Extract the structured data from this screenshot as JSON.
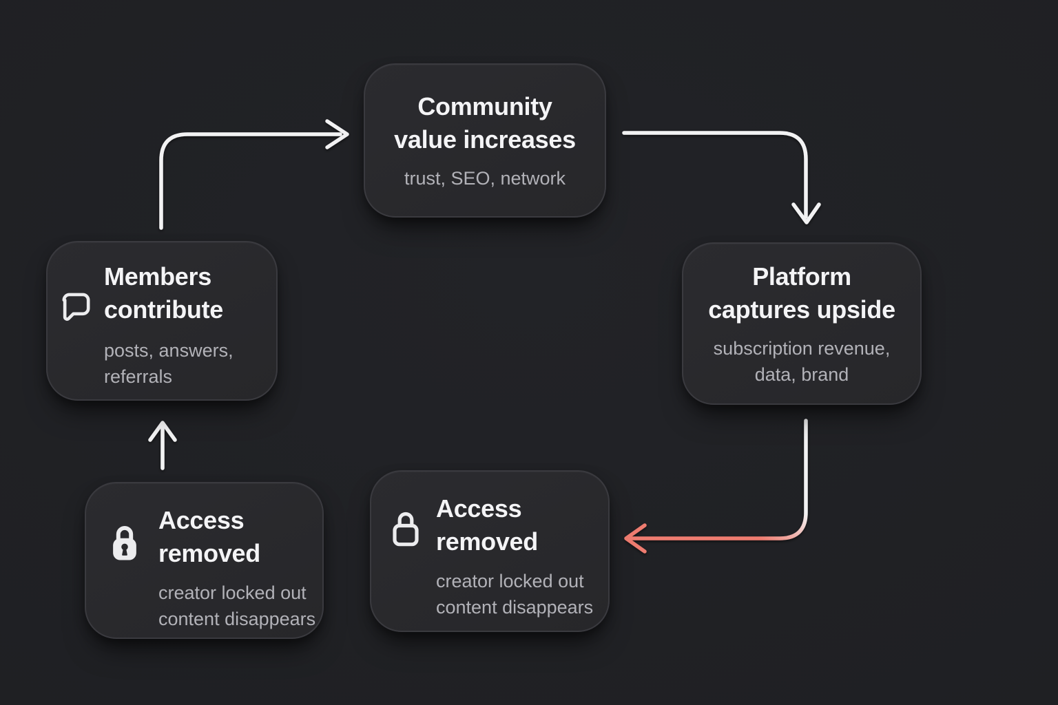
{
  "diagram": {
    "colors": {
      "background": "#1e1f22",
      "node_fill": "#29292c",
      "node_border": "#3a3a3f",
      "title_text": "#f4f4f6",
      "subtitle_text": "#b2b2b8",
      "arrow": "#f2f2f3",
      "arrow_accent": "#ee7b6f"
    },
    "nodes": {
      "community": {
        "title_line1": "Community",
        "title_line2": "value increases",
        "subtitle_line1": "trust, SEO, network"
      },
      "platform": {
        "title_line1": "Platform",
        "title_line2": "captures upside",
        "subtitle_line1": "subscription revenue,",
        "subtitle_line2": "data, brand"
      },
      "members": {
        "icon": "speech-bubble-icon",
        "title_line1": "Members",
        "title_line2": "contribute",
        "subtitle_line1": "posts, answers,",
        "subtitle_line2": "referrals"
      },
      "access_removed_left": {
        "icon": "lock-filled-icon",
        "title_line1": "Access",
        "title_line2": "removed",
        "subtitle_line1": "creator locked out",
        "subtitle_line2": "content disappears"
      },
      "access_removed_center": {
        "icon": "lock-outline-icon",
        "title_line1": "Access",
        "title_line2": "removed",
        "subtitle_line1": "creator locked out",
        "subtitle_line2": "content disappears"
      }
    },
    "edges": [
      {
        "id": "members-to-community",
        "from": "members",
        "to": "community",
        "color": "#f2f2f3"
      },
      {
        "id": "community-to-platform",
        "from": "community",
        "to": "platform",
        "color": "#f2f2f3"
      },
      {
        "id": "platform-to-access-center",
        "from": "platform",
        "to": "access_removed_center",
        "color_start": "#f2f2f3",
        "color_end": "#ee7b6f"
      },
      {
        "id": "access-left-to-members",
        "from": "access_removed_left",
        "to": "members",
        "color": "#f2f2f3"
      }
    ]
  }
}
